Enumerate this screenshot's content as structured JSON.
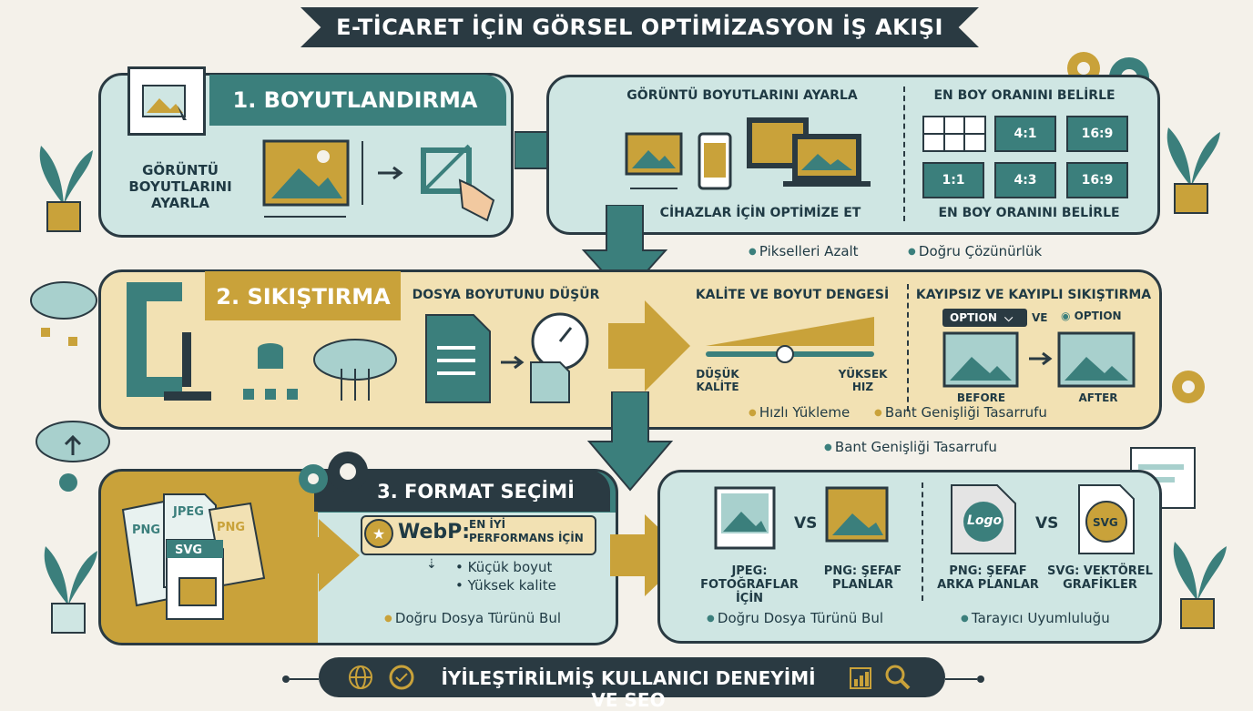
{
  "title": "E-TİCARET İÇİN GÖRSEL OPTİMİZASYON İŞ AKIŞI",
  "step1": {
    "heading": "1. BOYUTLANDIRMA",
    "left_label": "GÖRÜNTÜ BOYUTLARINI AYARLA",
    "right": {
      "header_left": "GÖRÜNTÜ BOYUTLARINI AYARLA",
      "header_right": "EN BOY ORANINI BELİRLE",
      "device_caption": "CİHAZLAR İÇİN OPTİMİZE ET",
      "ratio_caption": "EN BOY ORANINI BELİRLE",
      "ratios_row1": [
        "",
        "4:1",
        "16:9"
      ],
      "ratios_row2": [
        "1:1",
        "4:3",
        "16:9"
      ]
    },
    "bullets": [
      "Pikselleri Azalt",
      "Doğru Çözünürlük"
    ]
  },
  "step2": {
    "heading": "2. SIKIŞTIRMA",
    "file_size_label": "DOSYA BOYUTUNU DÜŞÜR",
    "balance_label": "KALİTE VE BOYUT DENGESİ",
    "low_label": "DÜŞÜK\nKALİTE",
    "high_label": "YÜKSEK\nHIZ",
    "lossless_label": "KAYIPSIZ VE KAYIPLI SIKIŞTIRMA",
    "option_label": "OPTION",
    "option_label_2": "OPTION",
    "ve_label": "VE",
    "before_label": "BEFORE",
    "after_label": "AFTER",
    "bullets": [
      "Hızlı Yükleme",
      "Bant Genişliği Tasarrufu"
    ],
    "outside_bullet": "Bant Genişliği Tasarrufu"
  },
  "step3": {
    "heading": "3. FORMAT SEÇİMİ",
    "file_tags": [
      "JPEG",
      "PNG",
      "PNG",
      "SVG"
    ],
    "webp_title": "WebP:",
    "webp_sub": "EN İYİ PERFORMANS İÇİN",
    "webp_points": [
      "Küçük boyut",
      "Yüksek kalite"
    ],
    "bullet": "Doğru Dosya Türünü Bul",
    "right": {
      "vs": "VS",
      "vs2": "VS",
      "jpeg": "JPEG:\nFOTOĞRAFLAR İÇİN",
      "png": "PNG: ŞEFAF\nPLANLAR",
      "png2": "PNG: ŞEFAF\nARKA PLANLAR",
      "svg": "SVG: VEKTÖREL\nGRAFİKLER",
      "logo_text": "Logo",
      "svg_badge": "SVG",
      "bullets": [
        "Doğru Dosya Türünü Bul",
        "Tarayıcı Uyumluluğu"
      ]
    }
  },
  "footer": "İYİLEŞTİRİLMİŞ KULLANICI DENEYİMİ VE SEO",
  "colors": {
    "teal": "#3b7f7c",
    "gold": "#c9a23a",
    "dark": "#2a3a42",
    "lightTeal": "#cfe6e3",
    "lightGold": "#f2e1b3"
  }
}
